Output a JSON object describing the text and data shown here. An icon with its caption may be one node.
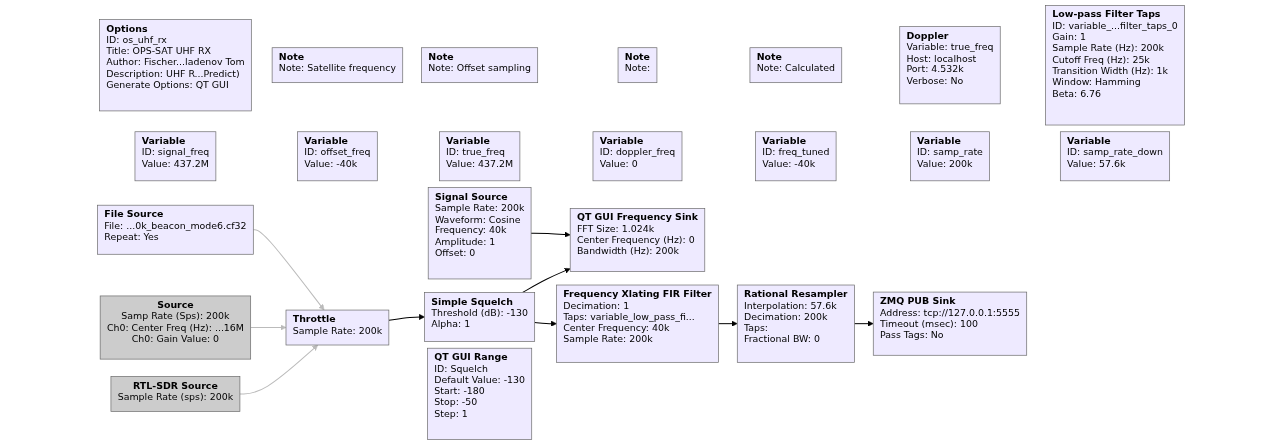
{
  "diagram": {
    "nodes": [
      {
        "text": [
          "Options",
          "ID: os_uhf_rx",
          "Title: OPS-SAT UHF RX",
          "Author: Fischer...ladenov Tom",
          "Description: UHF R...Predict)",
          "Generate Options: QT GUI"
        ]
      },
      {
        "text": [
          "Note",
          "Note: Satellite frequency"
        ]
      },
      {
        "text": [
          "Note",
          "Note: Offset sampling"
        ]
      },
      {
        "text": [
          "Note",
          "Note:"
        ]
      },
      {
        "text": [
          "Note",
          "Note: Calculated"
        ]
      },
      {
        "text": [
          "Doppler",
          "Variable: true_freq",
          "Host: localhost",
          "Port: 4.532k",
          "Verbose: No"
        ]
      },
      {
        "text": [
          "Low-pass Filter Taps",
          "ID: variable_...filter_taps_0",
          "Gain: 1",
          "Sample Rate (Hz): 200k",
          "Cutoff Freq (Hz): 25k",
          "Transition Width (Hz): 1k",
          "Window: Hamming",
          "Beta: 6.76"
        ]
      },
      {
        "text": [
          "Variable",
          "ID: signal_freq",
          "Value: 437.2M"
        ]
      },
      {
        "text": [
          "Variable",
          "ID: offset_freq",
          "Value: -40k"
        ]
      },
      {
        "text": [
          "Variable",
          "ID: true_freq",
          "Value: 437.2M"
        ]
      },
      {
        "text": [
          "Variable",
          "ID: doppler_freq",
          "Value: 0"
        ]
      },
      {
        "text": [
          "Variable",
          "ID: freq_tuned",
          "Value: -40k"
        ]
      },
      {
        "text": [
          "Variable",
          "ID: samp_rate",
          "Value: 200k"
        ]
      },
      {
        "text": [
          "Variable",
          "ID: samp_rate_down",
          "Value: 57.6k"
        ]
      },
      {
        "text": [
          "Signal Source",
          "Sample Rate: 200k",
          "Waveform: Cosine",
          "Frequency: 40k",
          "Amplitude: 1",
          "Offset: 0"
        ]
      },
      {
        "text": [
          "QT GUI Frequency Sink",
          "FFT Size: 1.024k",
          "Center Frequency (Hz): 0",
          "Bandwidth (Hz): 200k"
        ]
      },
      {
        "text": [
          "File Source",
          "File: ...0k_beacon_mode6.cf32",
          "Repeat: Yes"
        ]
      },
      {
        "text": [
          "Throttle",
          "Sample Rate: 200k"
        ]
      },
      {
        "text": [
          "Simple Squelch",
          "Threshold (dB): -130",
          "Alpha: 1"
        ]
      },
      {
        "text": [
          "Frequency Xlating FIR Filter",
          "Decimation: 1",
          "Taps: variable_low_pass_fi...",
          "Center Frequency: 40k",
          "Sample Rate: 200k"
        ]
      },
      {
        "text": [
          "Rational Resampler",
          "Interpolation: 57.6k",
          "Decimation: 200k",
          "Taps:",
          "Fractional BW: 0"
        ]
      },
      {
        "text": [
          "ZMQ PUB Sink",
          "Address: tcp://127.0.0.1:5555",
          "Timeout (msec): 100",
          "Pass Tags: No"
        ]
      },
      {
        "text": [
          "Source",
          "Samp Rate (Sps): 200k",
          "Ch0: Center Freq (Hz): ...16M",
          "Ch0: Gain Value: 0"
        ]
      },
      {
        "text": [
          "QT GUI Range",
          "ID: Squelch",
          "Default Value: -130",
          "Start: -180",
          "Stop: -50",
          "Step: 1"
        ]
      },
      {
        "text": [
          "RTL-SDR Source",
          "Sample Rate (sps): 200k"
        ]
      }
    ],
    "edges": [
      {
        "from": 16,
        "to": 17,
        "arrow": "to",
        "color": "#bbbbbb"
      },
      {
        "from": 22,
        "to": 17,
        "arrow": "to",
        "color": "#bbbbbb"
      },
      {
        "from": 24,
        "to": 17,
        "arrow": "to",
        "color": "#bbbbbb"
      },
      {
        "from": 17,
        "to": 18,
        "arrow": "to"
      },
      {
        "from": 18,
        "to": 15,
        "arrow": "to"
      },
      {
        "from": 18,
        "to": 19,
        "arrow": "to"
      },
      {
        "from": 14,
        "to": 15,
        "arrow": "to"
      },
      {
        "from": 19,
        "to": 20,
        "arrow": "to"
      },
      {
        "from": 20,
        "to": 21,
        "arrow": "to"
      }
    ]
  }
}
